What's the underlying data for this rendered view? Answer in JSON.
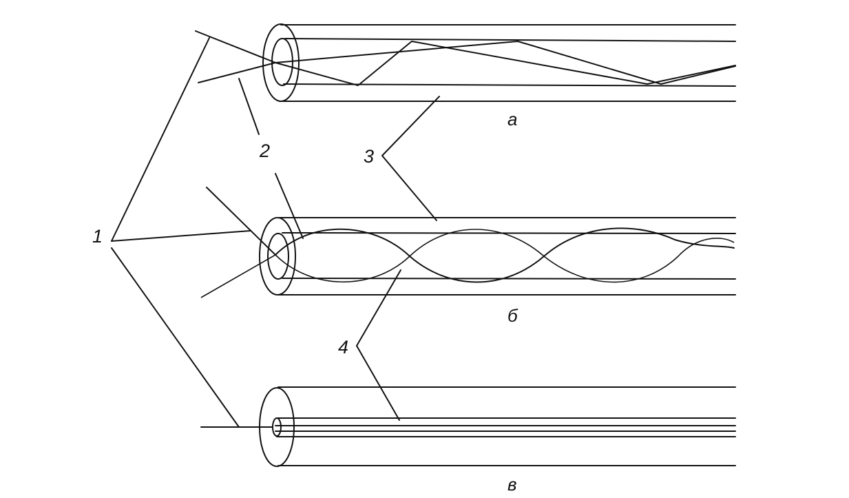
{
  "callouts": {
    "one": "1",
    "two": "2",
    "three": "3",
    "four": "4"
  },
  "captions": {
    "a": "а",
    "b": "б",
    "v": "в"
  }
}
